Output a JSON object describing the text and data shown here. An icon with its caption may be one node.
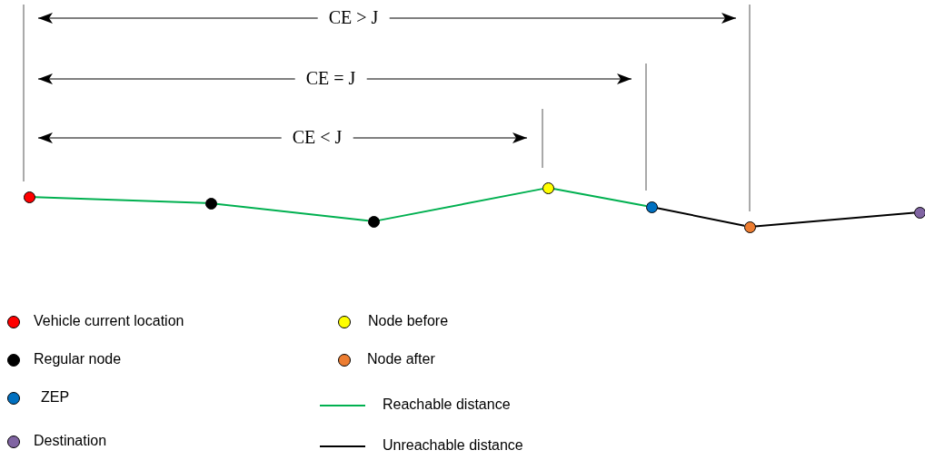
{
  "diagram": {
    "nodes": [
      {
        "text": [],
        "shape": "circle"
      },
      {
        "text": [],
        "shape": "circle"
      },
      {
        "text": [],
        "shape": "circle"
      },
      {
        "text": [],
        "shape": "circle"
      },
      {
        "text": [],
        "shape": "circle"
      },
      {
        "text": [],
        "shape": "circle"
      },
      {
        "text": [],
        "shape": "circle"
      }
    ],
    "edges": [
      {
        "from": 0,
        "to": 1,
        "arrow": "none"
      },
      {
        "from": 1,
        "to": 2,
        "arrow": "none"
      },
      {
        "from": 2,
        "to": 3,
        "arrow": "none"
      },
      {
        "from": 3,
        "to": 4,
        "arrow": "none"
      },
      {
        "from": 4,
        "to": 5,
        "arrow": "none",
        "color": "#000000"
      },
      {
        "from": 5,
        "to": 6,
        "arrow": "none",
        "color": "#000000"
      }
    ],
    "labels": [
      "CE > J",
      "CE = J",
      "CE < J"
    ],
    "legend": [
      {
        "text": "Vehicle current location",
        "color": "#ff0000"
      },
      {
        "text": "Node before",
        "color": "#ffff00"
      },
      {
        "text": "Regular node",
        "color": "#000000"
      },
      {
        "text": "Node after",
        "color": "#ed7d31"
      },
      {
        "text": "ZEP",
        "color": "#0070c0"
      },
      {
        "text": "Reachable distance"
      },
      {
        "text": "Destination",
        "color": "#8064a2"
      },
      {
        "text": "Unreachable distance"
      }
    ]
  }
}
